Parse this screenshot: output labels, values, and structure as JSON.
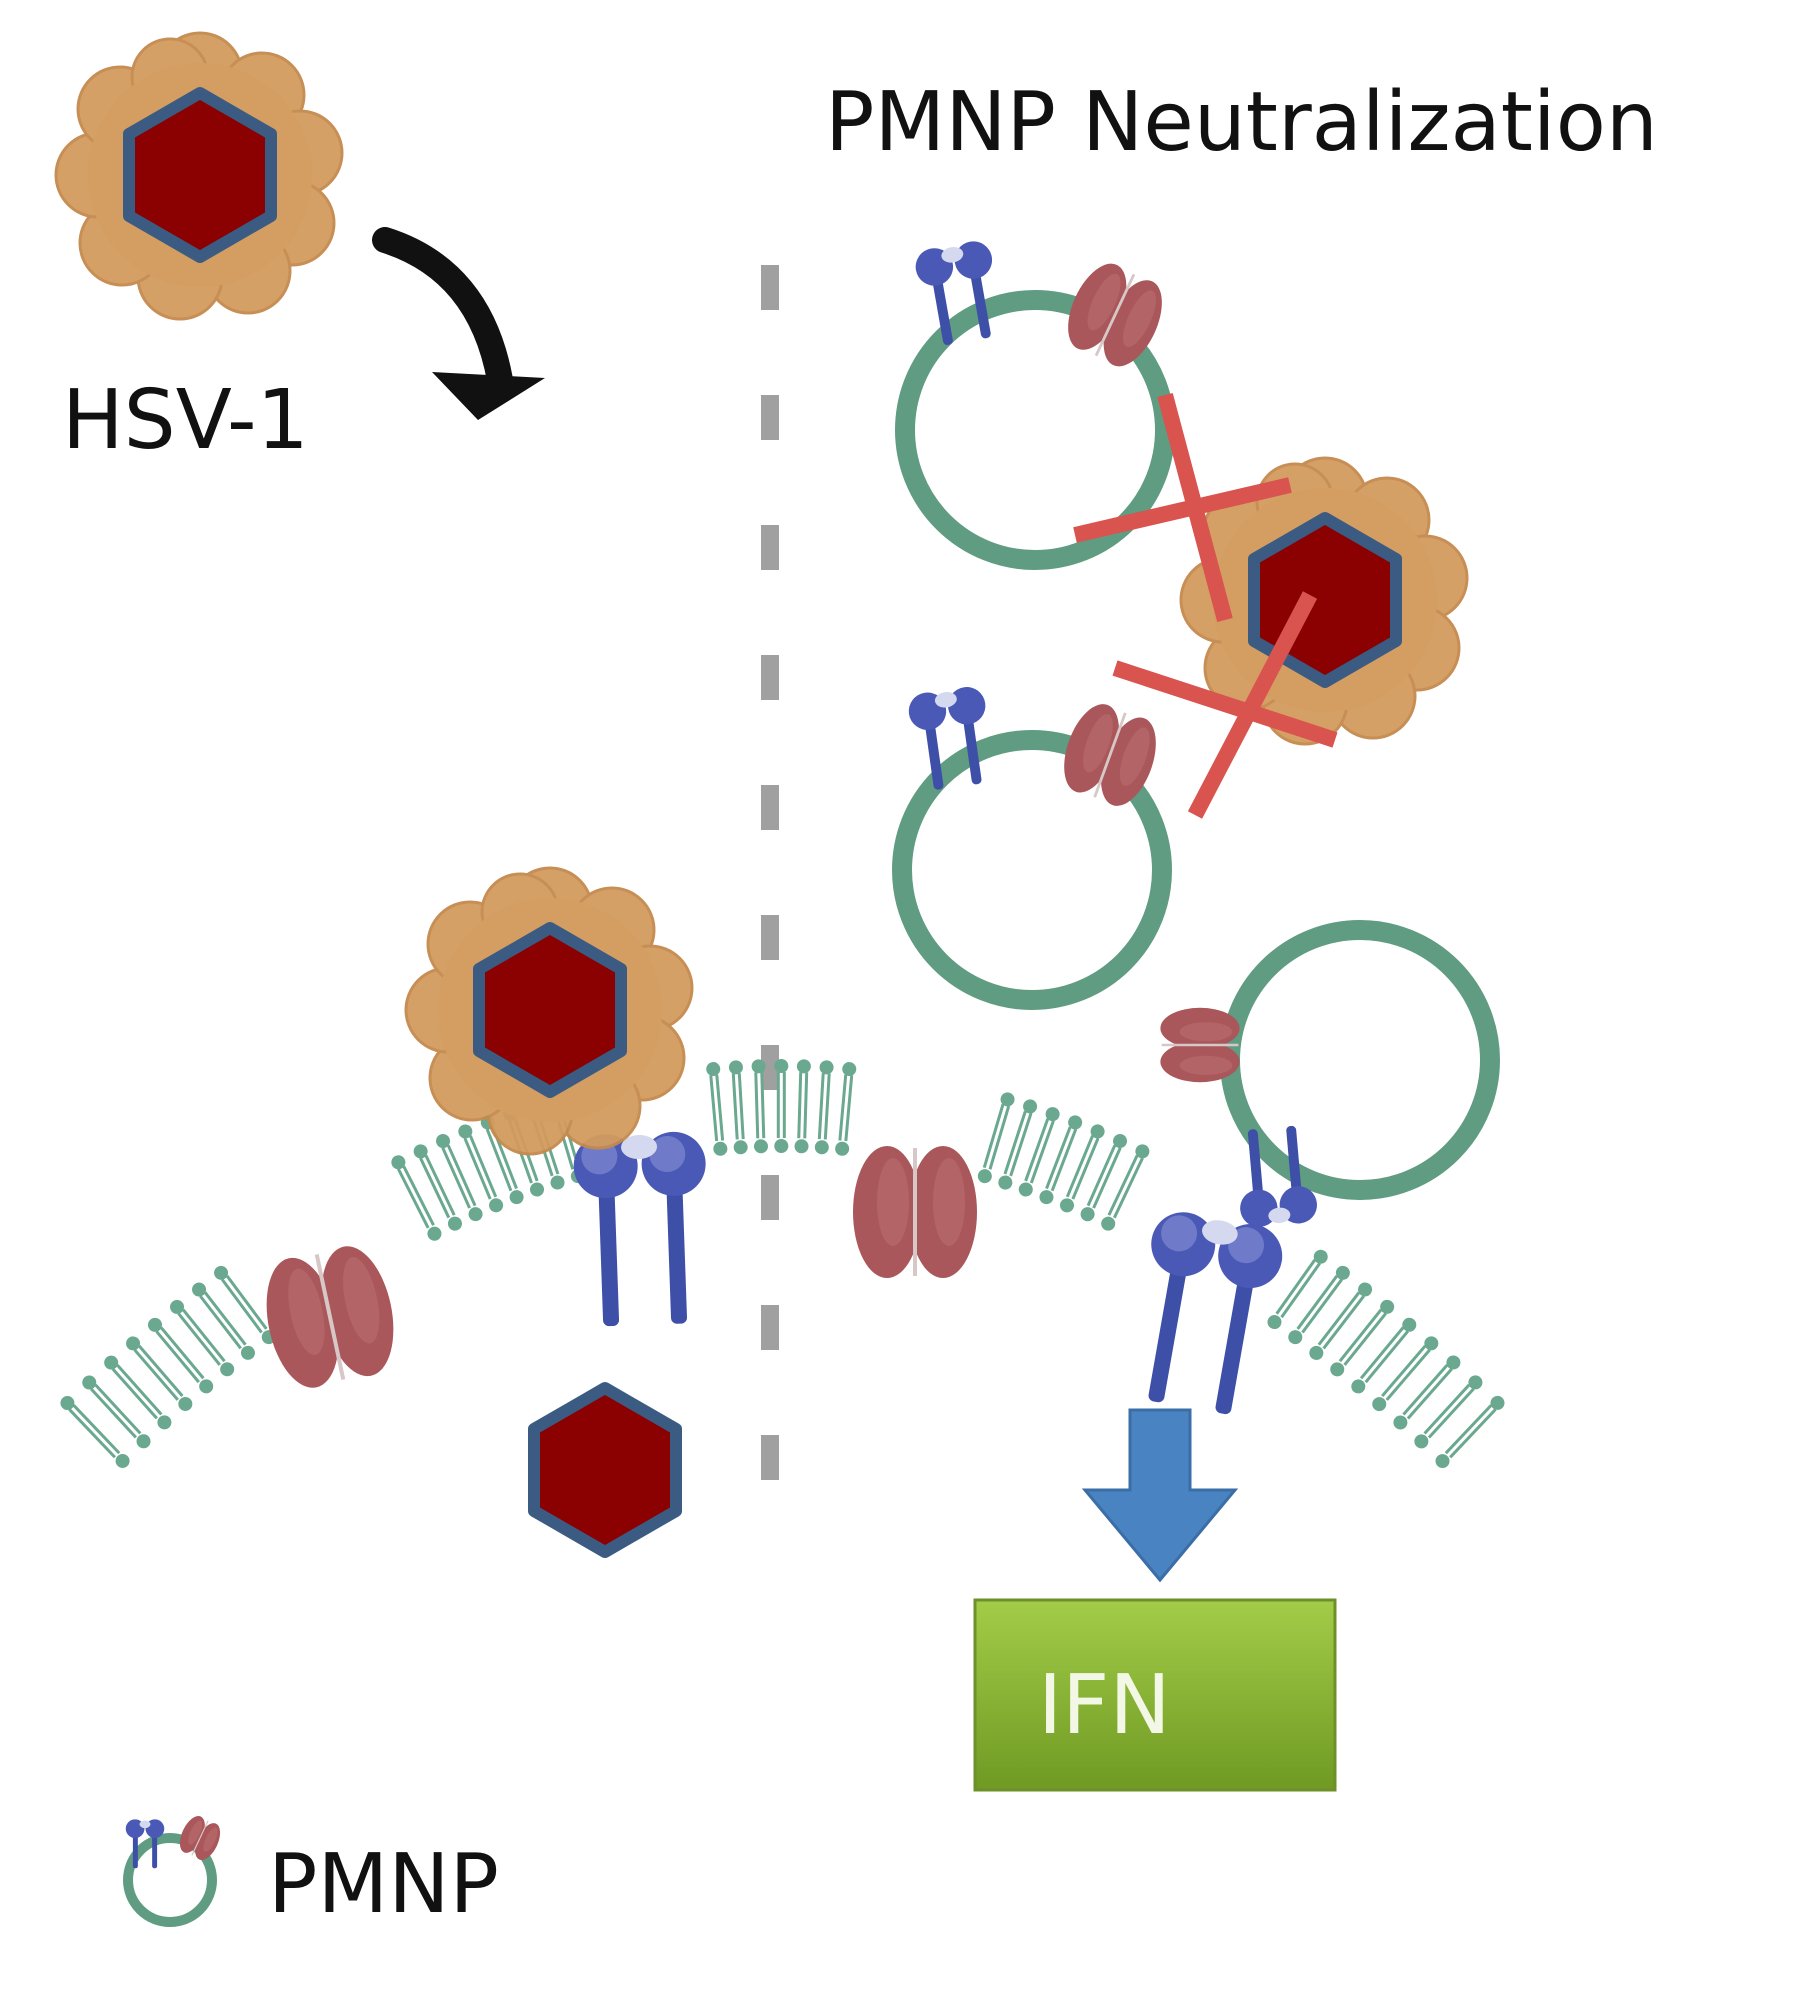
{
  "title": "PMNP Neutralization",
  "virus_label": "HSV-1",
  "ifn_label": "IFN",
  "legend_label": "PMNP",
  "colors": {
    "capsid": "#8b0000",
    "capsid_border": "#3b5b82",
    "envelope": "#d39b5e",
    "nanoparticle": "#5f9c82",
    "lipid": "#6aa890",
    "receptor_blue": "#3e4fa8",
    "receptor_red": "#a9575a",
    "block_x": "#d9534f",
    "arrow_blue": "#4a83c2",
    "ifn_green": "#8fbf3a",
    "divider": "#a0a0a0"
  },
  "icons": [
    "hsv1-virion-icon",
    "curved-arrow-icon",
    "nanoparticle-icon",
    "receptor-icon",
    "block-x-icon",
    "down-arrow-icon"
  ]
}
